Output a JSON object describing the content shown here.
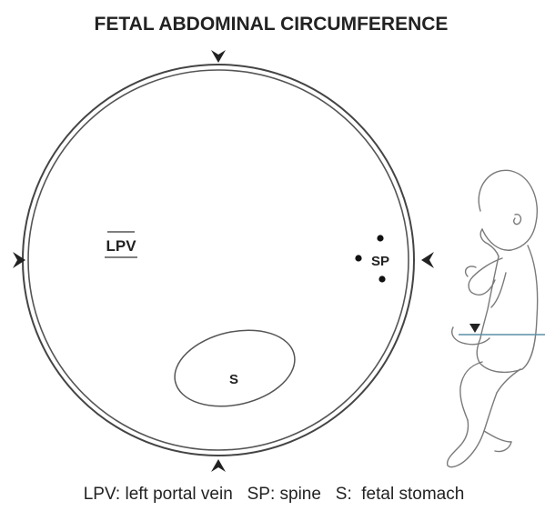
{
  "title": "FETAL ABDOMINAL CIRCUMFERENCE",
  "labels": {
    "lpv": "LPV",
    "sp": "SP",
    "s": "S"
  },
  "caption": "LPV: left portal vein   SP: spine   S:  fetal stomach",
  "icons": {
    "markers": "arrowhead-icon",
    "figure": "fetus-figure"
  },
  "colors": {
    "ink": "#222222",
    "measurement_line": "#5a8fa8"
  }
}
